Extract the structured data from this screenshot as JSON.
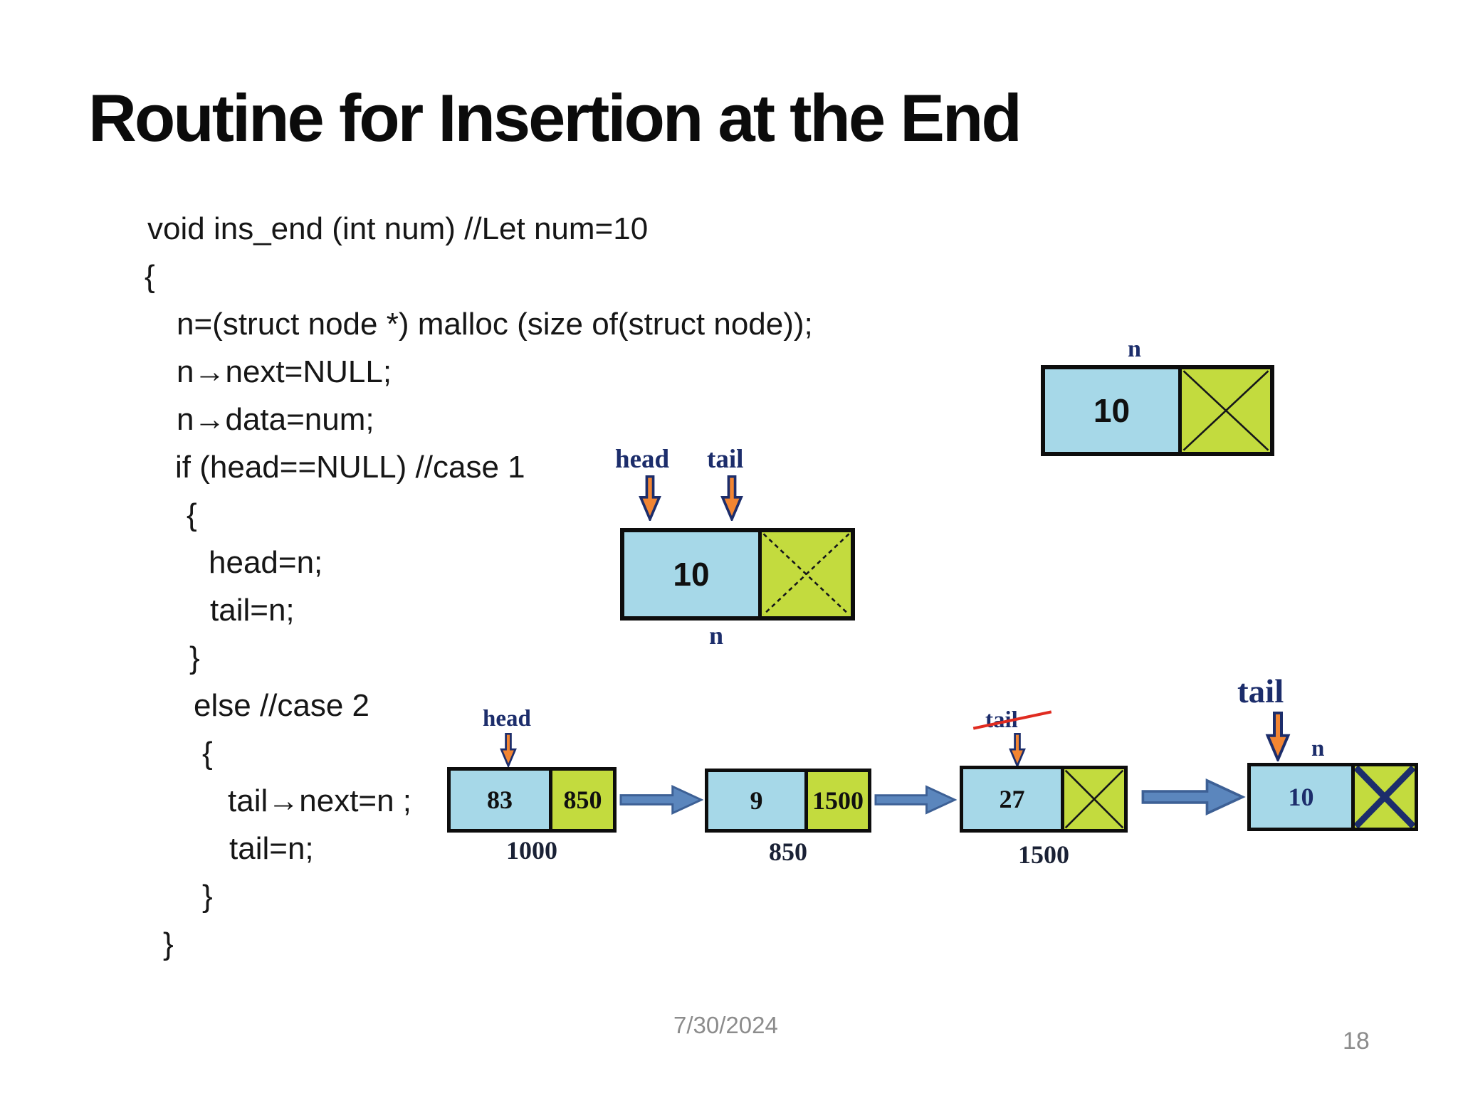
{
  "slide": {
    "title": "Routine for Insertion at the End"
  },
  "code": {
    "lines": [
      "void ins_end (int num) //Let num=10",
      "{",
      "n=(struct node *) malloc (size of(struct node));",
      "n→next=NULL;",
      "n→data=num;",
      "if (head==NULL) //case 1",
      "{",
      "head=n;",
      "tail=n;",
      "}",
      "else //case 2",
      "{",
      "tail→next=n ;",
      "tail=n;",
      "}",
      "}"
    ]
  },
  "diagrams": {
    "new_node": {
      "pointer_label": "n",
      "data_value": "10"
    },
    "case1": {
      "head_label": "head",
      "tail_label": "tail",
      "data_value": "10",
      "node_label": "n"
    },
    "case2": {
      "head_label": "head",
      "old_tail_label": "tail",
      "new_tail_label": "tail",
      "new_node_label": "n",
      "nodes": [
        {
          "data": "83",
          "next": "850",
          "address": "1000"
        },
        {
          "data": "9",
          "next": "1500",
          "address": "850"
        },
        {
          "data": "27",
          "next": "",
          "address": "1500"
        },
        {
          "data": "10",
          "next": "",
          "address": ""
        }
      ]
    }
  },
  "footer": {
    "date": "7/30/2024",
    "page_number": "18"
  },
  "colors": {
    "data_cell_fill": "#a6d8e8",
    "next_cell_fill": "#c3db3e",
    "node_border": "#0d0d0d",
    "navy": "#1c2d6b",
    "pointer_arrow_fill": "#f28532",
    "link_arrow_fill": "#5b86bd",
    "link_arrow_outline": "#3d6095",
    "strike_red": "#e02b20",
    "code_text": "#161616",
    "footer_gray": "#8c8c8c"
  }
}
